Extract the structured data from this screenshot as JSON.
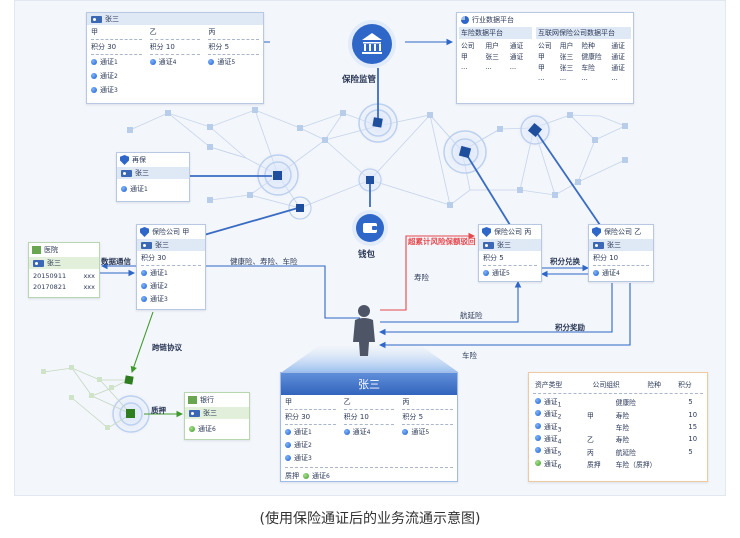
{
  "caption": "(使用保险通证后的业务流通示意图)",
  "regulator": {
    "label": "保险监管",
    "icon": "bank-icon"
  },
  "wallet": {
    "label": "钱包",
    "icon": "wallet-icon"
  },
  "user_card_top": {
    "name": "张三",
    "cols": [
      {
        "head": "甲",
        "points": "积分 30",
        "tokens": [
          "通证",
          "通证",
          "通证"
        ]
      },
      {
        "head": "乙",
        "points": "积分 10",
        "tokens": [
          "通证"
        ]
      },
      {
        "head": "丙",
        "points": "积分 5",
        "tokens": [
          "通证"
        ]
      }
    ]
  },
  "industry_platform": {
    "title": "行业数据平台",
    "car": {
      "title": "车险数据平台",
      "headers": [
        "公司",
        "用户",
        "通证"
      ],
      "row": [
        "甲",
        "张三",
        "通证"
      ],
      "ell": [
        "...",
        "...",
        "..."
      ]
    },
    "internet": {
      "title": "互联网保险公司数据平台",
      "headers": [
        "公司",
        "用户",
        "险种",
        "通证"
      ],
      "rows": [
        [
          "甲",
          "张三",
          "健康险",
          "通证"
        ],
        [
          "甲",
          "张三",
          "车险",
          "通证"
        ]
      ],
      "ell": [
        "...",
        "...",
        "...",
        "..."
      ]
    }
  },
  "reinsurer": {
    "title": "再保",
    "user": "张三",
    "token": "通证"
  },
  "company_a": {
    "title": "保险公司 甲",
    "user": "张三",
    "points": "积分 30",
    "tokens": [
      "通证",
      "通证",
      "通证"
    ]
  },
  "company_b": {
    "title": "保险公司 丙",
    "user": "张三",
    "points": "积分 5",
    "token": "通证"
  },
  "company_c": {
    "title": "保险公司 乙",
    "user": "张三",
    "points": "积分 10",
    "token": "通证"
  },
  "hospital": {
    "title": "医院",
    "user": "张三",
    "records": [
      [
        "20150911",
        "xxx"
      ],
      [
        "20170821",
        "xxx"
      ]
    ]
  },
  "bank": {
    "title": "银行",
    "user": "张三",
    "token": "通证"
  },
  "labels": {
    "data_comm": "数据通信",
    "health_life_car": "健康险、寿险、车险",
    "over_limit": "超累计风险保额驳回",
    "life": "寿险",
    "points_exchange": "积分兑换",
    "flight_delay": "航延险",
    "points_reward": "积分奖励",
    "car": "车险",
    "cross_chain": "跨链协议",
    "pledge": "质押"
  },
  "user_card_main": {
    "name": "张三",
    "cols": [
      {
        "head": "甲",
        "points": "积分 30",
        "tokens": [
          "通证",
          "通证",
          "通证"
        ]
      },
      {
        "head": "乙",
        "points": "积分 10",
        "tokens": [
          "通证"
        ]
      },
      {
        "head": "丙",
        "points": "积分 5",
        "tokens": [
          "通证"
        ]
      }
    ],
    "pledge_label": "质押",
    "pledge_token": "通证"
  },
  "asset_table": {
    "headers": [
      "资产类型",
      "公司组织",
      "险种",
      "积分"
    ],
    "rows": [
      [
        "通证",
        "",
        "健康险",
        "5"
      ],
      [
        "通证",
        "甲",
        "寿险",
        "10"
      ],
      [
        "通证",
        "",
        "车险",
        "15"
      ],
      [
        "通证",
        "乙",
        "寿险",
        "10"
      ],
      [
        "通证",
        "丙",
        "航延险",
        "5"
      ],
      [
        "通证",
        "质押",
        "车险（质押）",
        ""
      ]
    ]
  },
  "colors": {
    "primary": "#2f67c8",
    "panel": "#dfe8f5",
    "alert": "#e5484d",
    "green": "#3f9a2c",
    "table_border": "#f0c9a0"
  }
}
